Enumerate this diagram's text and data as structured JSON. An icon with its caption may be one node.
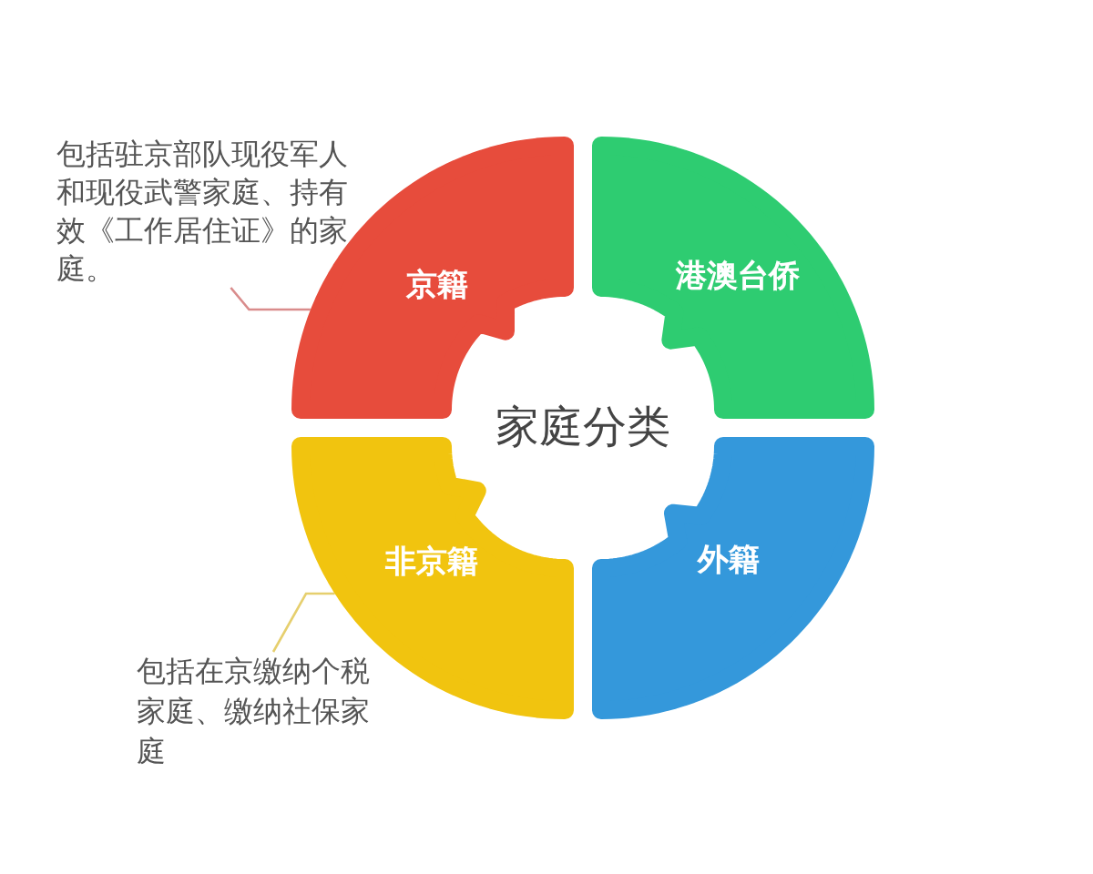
{
  "diagram": {
    "nodes": [
      {
        "text": [
          "包括驻京部队现役军人和现役武警家庭、持有效《工作居住证》的家庭。"
        ]
      },
      {
        "text": [
          "京籍"
        ]
      },
      {
        "text": [
          "港澳台侨"
        ]
      },
      {
        "text": [
          "非京籍"
        ]
      },
      {
        "text": [
          "外籍"
        ]
      },
      {
        "text": [
          "包括在京缴纳个税家庭、缴纳社保家庭"
        ]
      }
    ],
    "edges": [
      {
        "from": 0,
        "to": 1,
        "arrow": "none",
        "color": "#d98c8c"
      },
      {
        "from": 5,
        "to": 3,
        "arrow": "none",
        "color": "#e6cf6e"
      }
    ],
    "labels": [
      "家庭分类"
    ]
  }
}
